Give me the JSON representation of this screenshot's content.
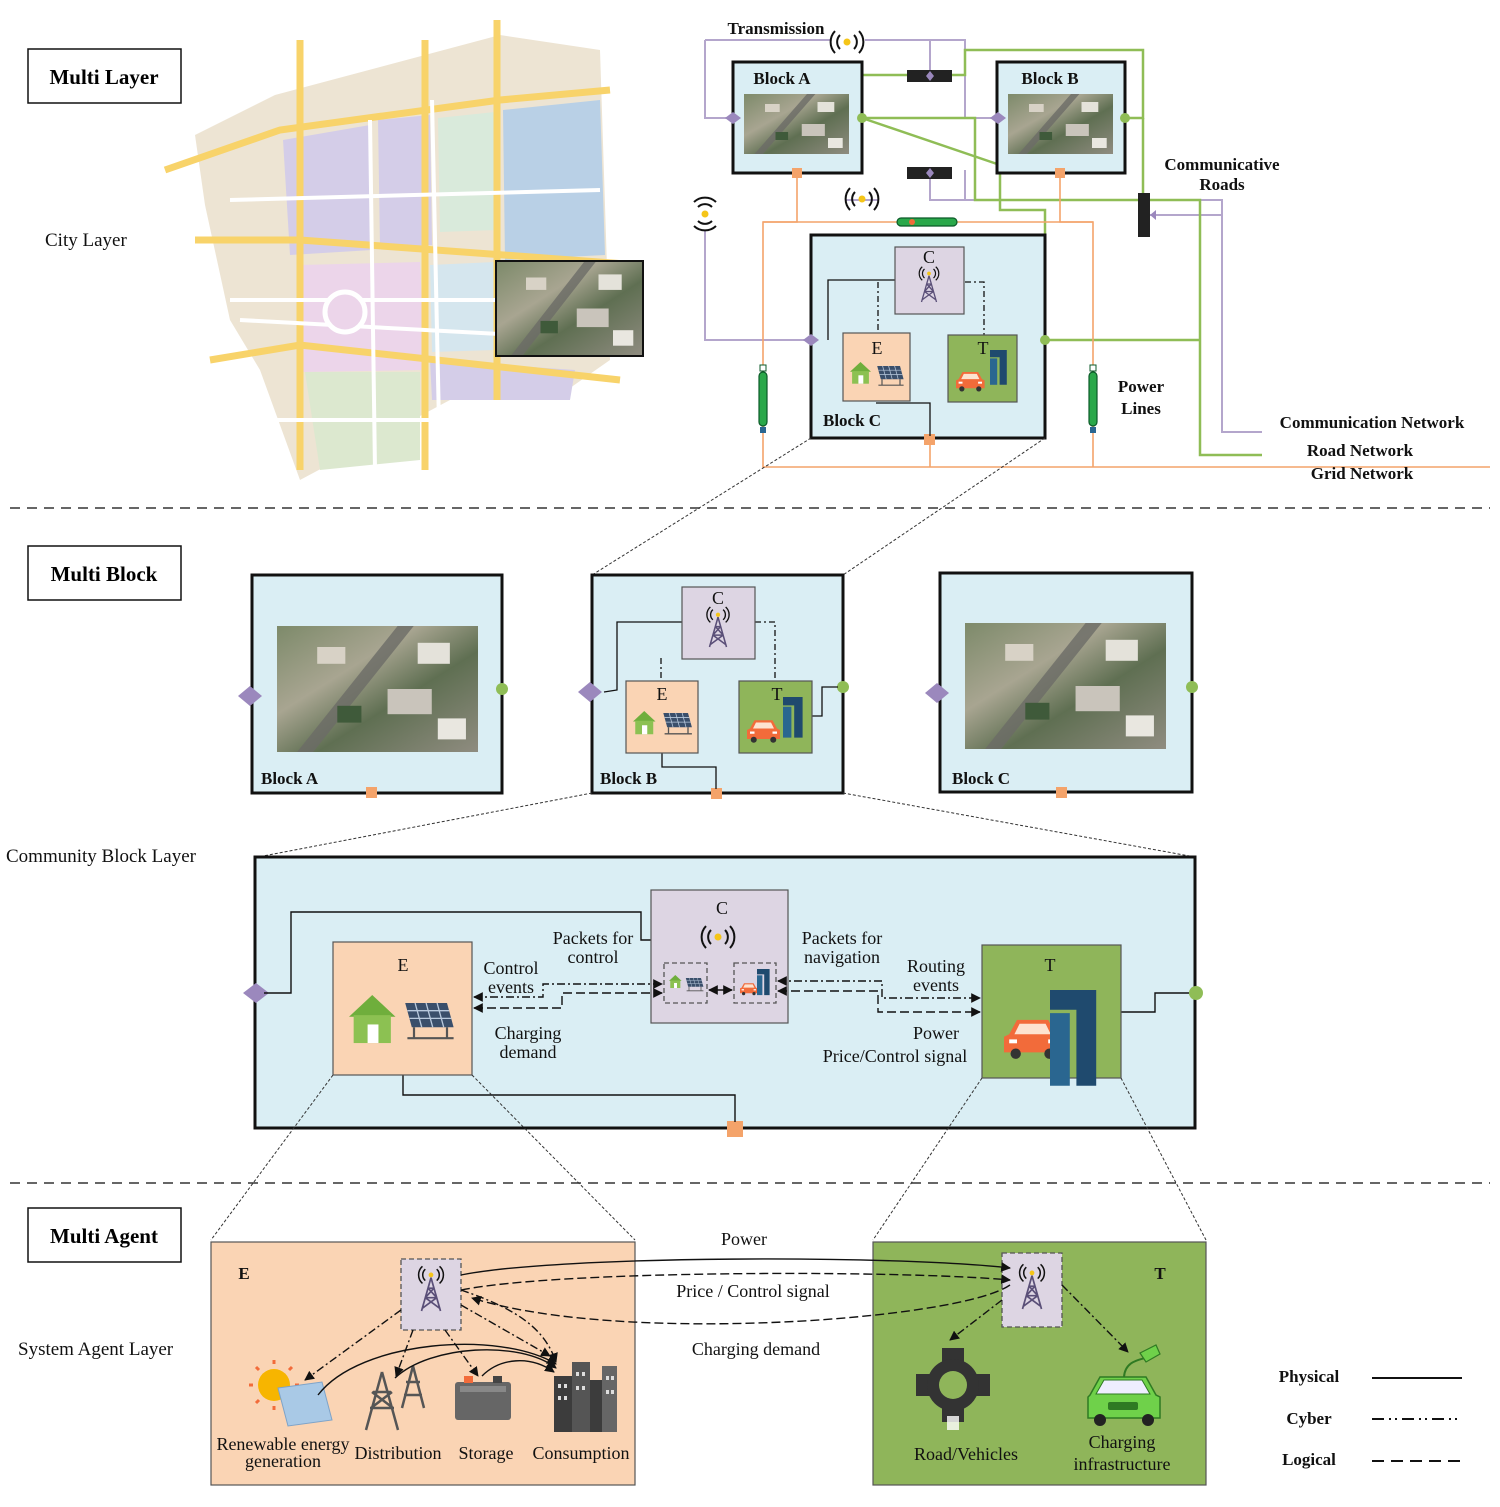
{
  "headers": {
    "multi_layer": "Multi Layer",
    "multi_block": "Multi Block",
    "multi_agent": "Multi Agent"
  },
  "layers": {
    "city": "City Layer",
    "community": "Community Block Layer",
    "system_agent": "System Agent Layer"
  },
  "network": {
    "transmission": "Transmission",
    "block_a": "Block A",
    "block_b": "Block B",
    "block_c": "Block C",
    "communicative_roads_1": "Communicative",
    "communicative_roads_2": "Roads",
    "power_lines_1": "Power",
    "power_lines_2": "Lines",
    "communication_network": "Communication Network",
    "road_network": "Road Network",
    "grid_network": "Grid Network",
    "c": "C",
    "e": "E",
    "t": "T"
  },
  "multi_block": {
    "block_a": "Block A",
    "block_b": "Block B",
    "block_c": "Block C",
    "c": "C",
    "e": "E",
    "t": "T"
  },
  "community": {
    "e": "E",
    "c": "C",
    "t": "T",
    "packets_control_1": "Packets for",
    "packets_control_2": "control",
    "packets_nav_1": "Packets for",
    "packets_nav_2": "navigation",
    "control_events_1": "Control",
    "control_events_2": "events",
    "charging_demand_1": "Charging",
    "charging_demand_2": "demand",
    "routing_events_1": "Routing",
    "routing_events_2": "events",
    "power": "Power",
    "price_control": "Price/Control signal"
  },
  "agent": {
    "e": "E",
    "t": "T",
    "power": "Power",
    "price_control": "Price / Control signal",
    "charging_demand": "Charging demand",
    "renewable_1": "Renewable energy",
    "renewable_2": "generation",
    "distribution": "Distribution",
    "storage": "Storage",
    "consumption": "Consumption",
    "road_vehicles": "Road/Vehicles",
    "charging_infra_1": "Charging",
    "charging_infra_2": "infrastructure"
  },
  "legend": {
    "physical": "Physical",
    "cyber": "Cyber",
    "logical": "Logical"
  },
  "colors": {
    "block_bg": "#daeef4",
    "energy_bg": "#fad4b4",
    "transport_bg": "#8fb55a",
    "comm_bg": "#ddd5e3",
    "grid_line": "#f4a36a",
    "road_line": "#8fbd56",
    "comm_line": "#b4a6cc",
    "road_yellow": "#f8d36a",
    "antenna_dot": "#f5c518"
  }
}
